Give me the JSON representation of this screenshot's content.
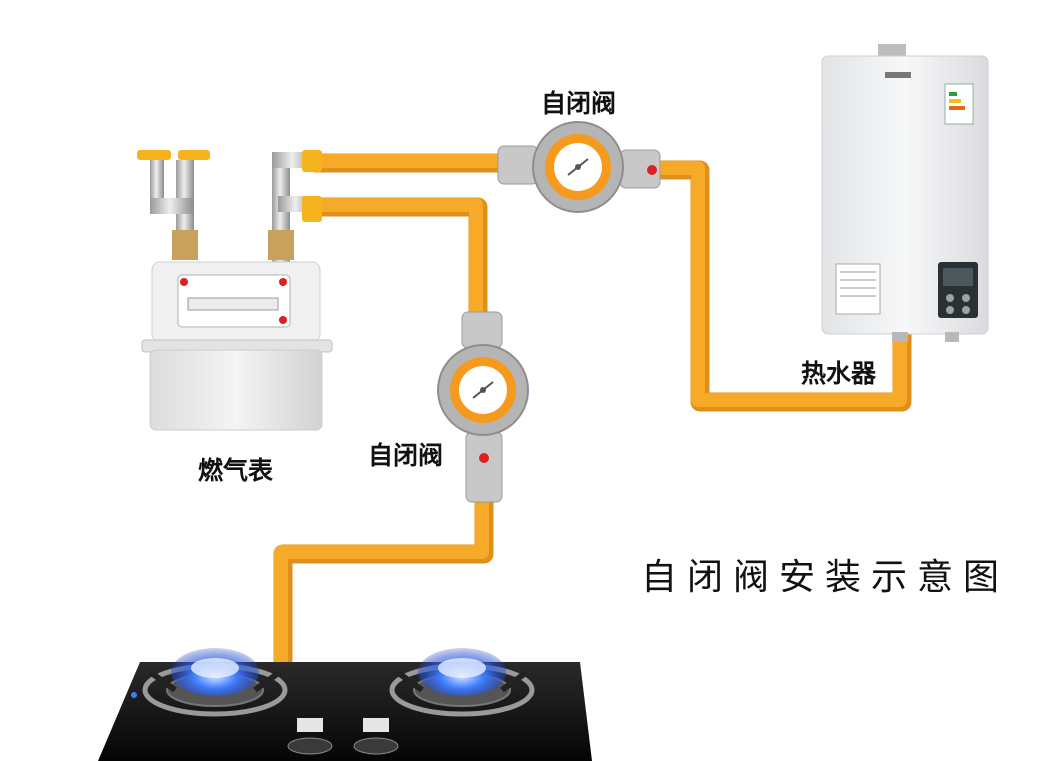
{
  "labels": {
    "valve_top": "自闭阀",
    "valve_middle": "自闭阀",
    "gas_meter": "燃气表",
    "water_heater": "热水器",
    "diagram_title": "自闭阀安装示意图"
  },
  "colors": {
    "pipe": "#f7a928",
    "pipe_shadow": "#e0901a",
    "metal": "#c9c9c9",
    "valve_ring": "#f59a1c",
    "flame": "#2b6cff",
    "stove_glass": "#111111",
    "heater_body": "#f1f2f4"
  },
  "icons": [
    "gas-meter-icon",
    "self-closing-valve-icon",
    "water-heater-icon",
    "gas-stove-icon",
    "gas-flame-icon",
    "ball-valve-icon"
  ]
}
